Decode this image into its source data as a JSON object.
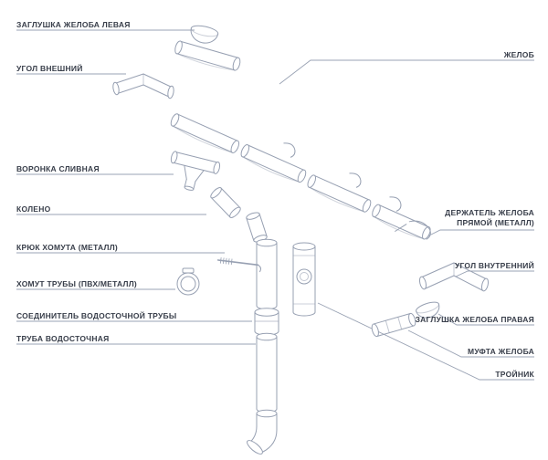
{
  "colors": {
    "background": "#ffffff",
    "drawing_line": "#97a0b2",
    "leader_line": "#9aa3b4",
    "label_text": "#383e4a"
  },
  "labels": {
    "left": [
      {
        "text": "ЗАГЛУШКА ЖЕЛОБА ЛЕВАЯ"
      },
      {
        "text": "УГОЛ ВНЕШНИЙ"
      },
      {
        "text": "ВОРОНКА СЛИВНАЯ"
      },
      {
        "text": "КОЛЕНО"
      },
      {
        "text": "КРЮК ХОМУТА (металл)"
      },
      {
        "text": "ХОМУТ ТРУБЫ (пвх/металл)"
      },
      {
        "text": "СОЕДИНИТЕЛЬ ВОДОСТОЧНОЙ ТРУБЫ"
      },
      {
        "text": "ТРУБА ВОДОСТОЧНАЯ"
      }
    ],
    "right": [
      {
        "text": "ЖЕЛОБ"
      },
      {
        "text": "ДЕРЖАТЕЛЬ ЖЕЛОБА\nПРЯМОЙ (металл)"
      },
      {
        "text": "УГОЛ ВНУТРЕННИЙ"
      },
      {
        "text": "ЗАГЛУШКА ЖЕЛОБА ПРАВАЯ"
      },
      {
        "text": "МУФТА ЖЕЛОБА"
      },
      {
        "text": "ТРОЙНИК"
      }
    ]
  }
}
